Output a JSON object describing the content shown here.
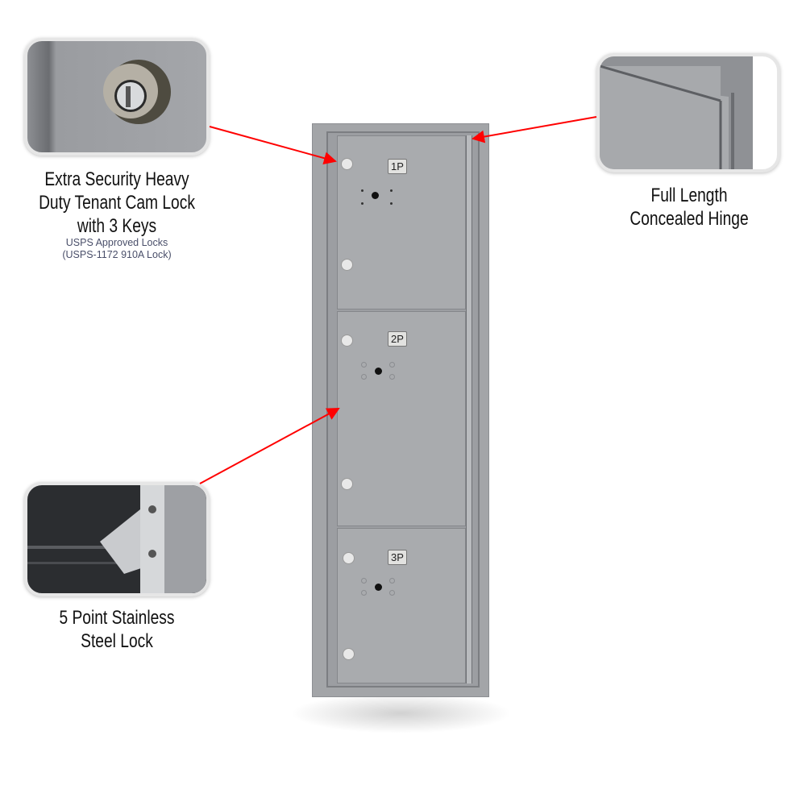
{
  "callouts": {
    "cam_lock": {
      "title_lines": [
        "Extra Security Heavy",
        "Duty Tenant Cam Lock",
        "with 3 Keys"
      ],
      "sub_lines": [
        "USPS Approved Locks",
        "(USPS-1172 910A Lock)"
      ]
    },
    "hinge": {
      "title_lines": [
        "Full Length",
        "Concealed Hinge"
      ]
    },
    "stainless_lock": {
      "title_lines": [
        "5 Point Stainless",
        "Steel Lock"
      ]
    }
  },
  "doors": [
    {
      "label": "1P"
    },
    {
      "label": "2P"
    },
    {
      "label": "3P"
    }
  ],
  "colors": {
    "arrow": "#ff0000",
    "cabinet": "#a7a9ac",
    "subtitle": "#4a4f6a"
  }
}
